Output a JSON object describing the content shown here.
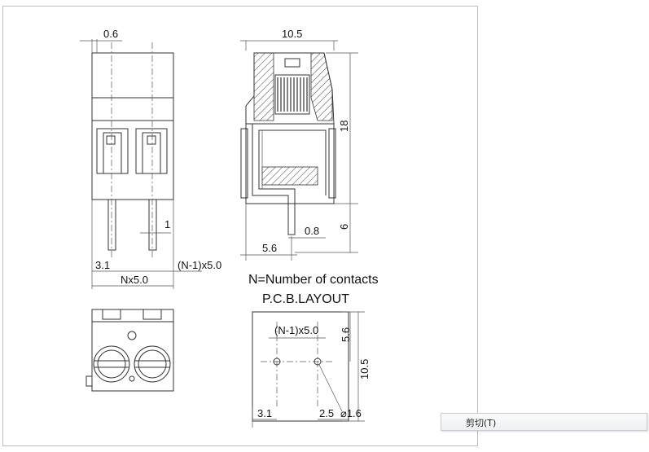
{
  "dimensions": {
    "top_width": "0.6",
    "pin_width": "1",
    "left_margin": "3.1",
    "pitch_formula": "(N-1)x5.0",
    "total_length": "Nx5.0",
    "side_width": "10.5",
    "body_height": "18",
    "pin_length": "6",
    "pin_thickness": "0.8",
    "pin_offset": "5.6"
  },
  "notes": {
    "contacts_legend": "N=Number of contacts",
    "pcb_layout_title": "P.C.B.LAYOUT"
  },
  "pcb": {
    "pitch": "(N-1)x5.0",
    "row_offset": "5.6",
    "height": "10.5",
    "left_margin": "3.1",
    "right_margin": "2.5",
    "hole_diameter": "⌀1.6"
  },
  "context_menu": {
    "item_label": "剪切(T)"
  }
}
